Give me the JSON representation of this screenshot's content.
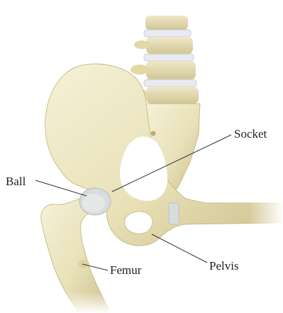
{
  "labels": {
    "socket": "Socket",
    "ball": "Ball",
    "pelvis": "Pelvis",
    "femur": "Femur"
  },
  "colors": {
    "bone": "#e9e1b8",
    "bone_shadow": "#cbbf8c",
    "bone_highlight": "#f6f1d8",
    "cartilage": "#d9dcdd",
    "disc": "#e7eaf0",
    "leader_line": "#333333",
    "label_text": "#222222"
  }
}
